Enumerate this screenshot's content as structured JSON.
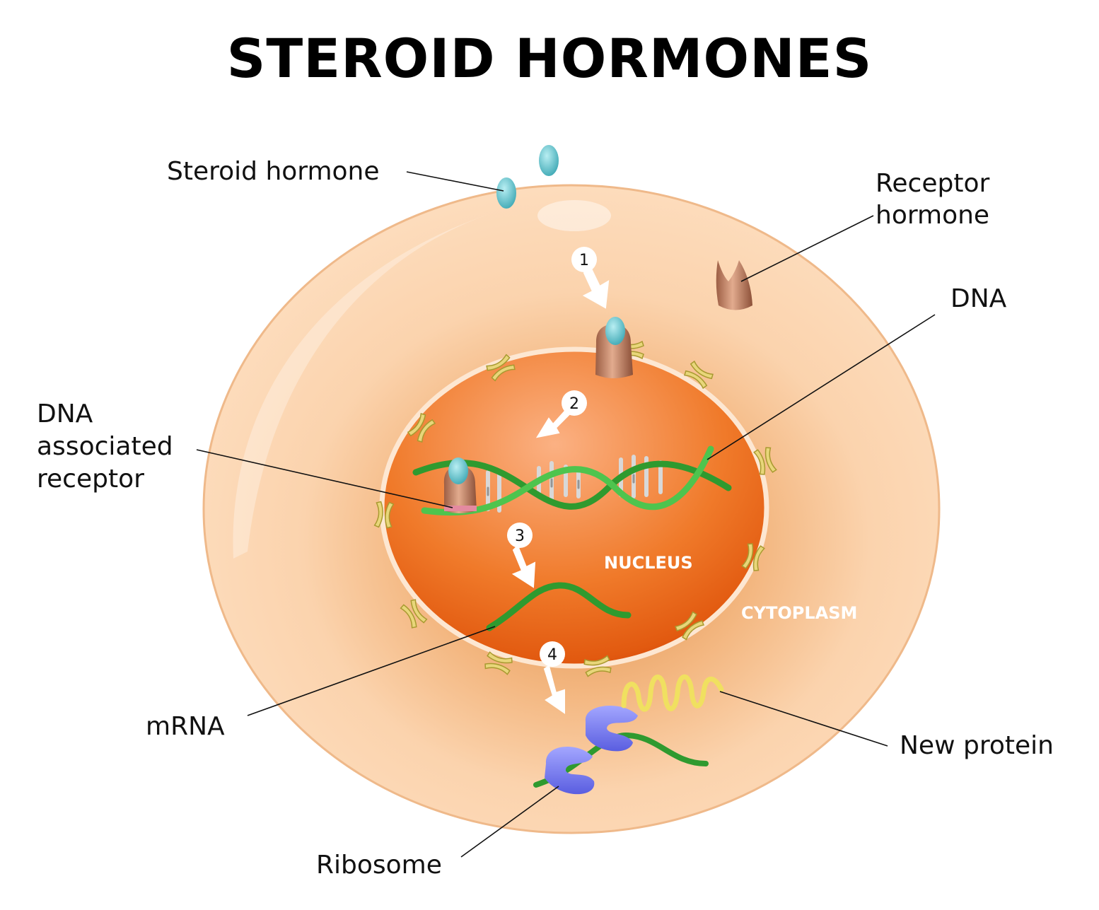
{
  "title": "STEROID HORMONES",
  "labels": {
    "steroid_hormone": "Steroid hormone",
    "receptor_hormone_line1": "Receptor",
    "receptor_hormone_line2": "hormone",
    "dna": "DNA",
    "dna_assoc_line1": "DNA",
    "dna_assoc_line2": "associated",
    "dna_assoc_line3": "receptor",
    "mrna": "mRNA",
    "new_protein": "New protein",
    "ribosome": "Ribosome",
    "nucleus": "NUCLEUS",
    "cytoplasm": "CYTOPLASM"
  },
  "steps": [
    "1",
    "2",
    "3",
    "4"
  ],
  "colors": {
    "cell_fill": "#fbd3ad",
    "nucleus_fill": "#f07a2a",
    "hormone": "#6cc6cf",
    "receptor": "#c88a6c",
    "dna_green": "#2f9a2f",
    "ribosome": "#7a7ef0",
    "protein": "#f0e060",
    "pore": "#e8d67a"
  }
}
